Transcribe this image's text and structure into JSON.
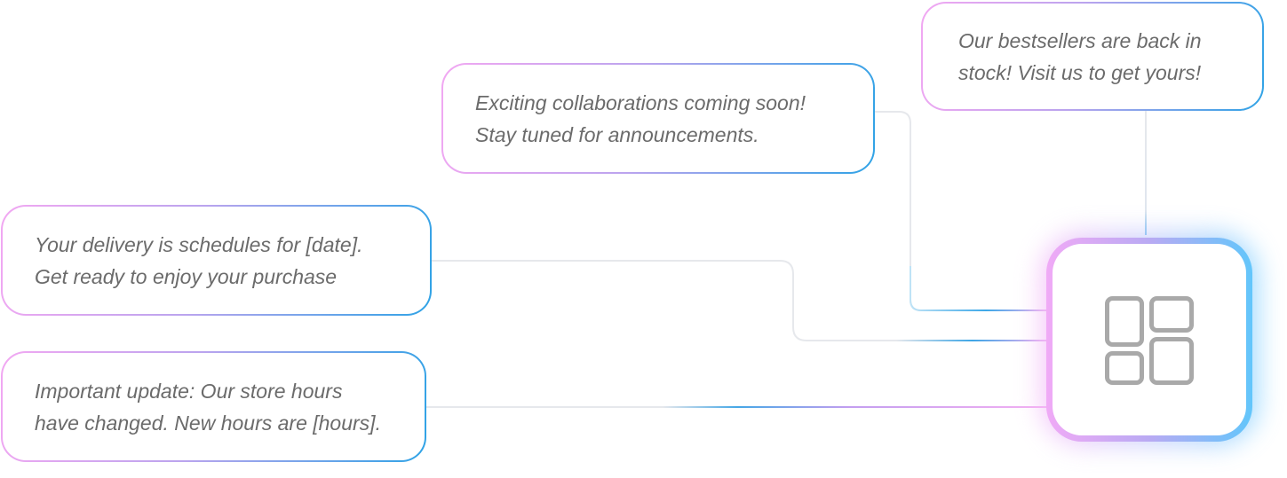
{
  "messages": {
    "bestsellers": {
      "line1": "Our bestsellers are back in",
      "line2": "stock! Visit us to get yours!"
    },
    "collaborations": {
      "line1": "Exciting collaborations coming soon!",
      "line2": "Stay tuned for announcements."
    },
    "delivery": {
      "line1": "Your delivery is schedules for [date].",
      "line2": "Get ready to enjoy your purchase"
    },
    "update": {
      "line1": "Important update: Our store hours",
      "line2": "have changed. New hours are [hours]."
    }
  },
  "hub": {
    "icon": "dashboard-grid-icon"
  },
  "colors": {
    "text": "#6b6b6b",
    "gradient_pink": "#f2a8f2",
    "gradient_blue": "#2fa3e6",
    "connector_gray": "#e4e6ea",
    "icon_gray": "#a9a9a9"
  }
}
